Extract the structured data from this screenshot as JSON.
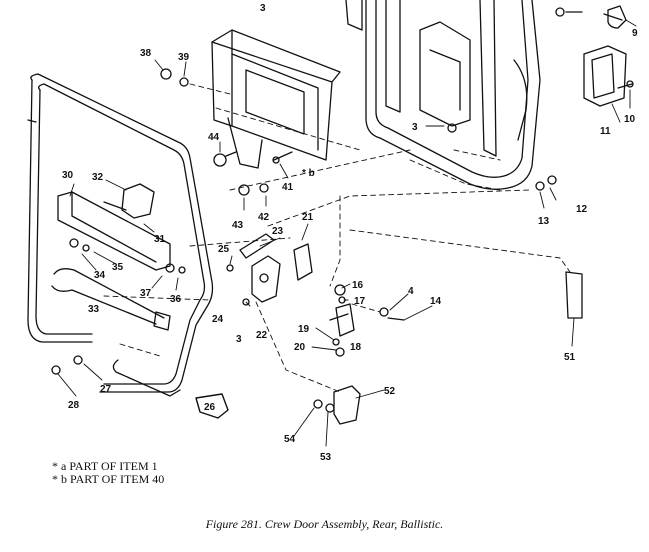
{
  "callouts": [
    {
      "id": "3a",
      "label": "3"
    },
    {
      "id": "3b",
      "label": "3"
    },
    {
      "id": "3c",
      "label": "3"
    },
    {
      "id": "4",
      "label": "4"
    },
    {
      "id": "9",
      "label": "9"
    },
    {
      "id": "10",
      "label": "10"
    },
    {
      "id": "11",
      "label": "11"
    },
    {
      "id": "12",
      "label": "12"
    },
    {
      "id": "13",
      "label": "13"
    },
    {
      "id": "14",
      "label": "14"
    },
    {
      "id": "16",
      "label": "16"
    },
    {
      "id": "17",
      "label": "17"
    },
    {
      "id": "18",
      "label": "18"
    },
    {
      "id": "19",
      "label": "19"
    },
    {
      "id": "20",
      "label": "20"
    },
    {
      "id": "21",
      "label": "21"
    },
    {
      "id": "22",
      "label": "22"
    },
    {
      "id": "23",
      "label": "23"
    },
    {
      "id": "24",
      "label": "24"
    },
    {
      "id": "25",
      "label": "25"
    },
    {
      "id": "26",
      "label": "26"
    },
    {
      "id": "27",
      "label": "27"
    },
    {
      "id": "28",
      "label": "28"
    },
    {
      "id": "30",
      "label": "30"
    },
    {
      "id": "31",
      "label": "31"
    },
    {
      "id": "32",
      "label": "32"
    },
    {
      "id": "33",
      "label": "33"
    },
    {
      "id": "34",
      "label": "34"
    },
    {
      "id": "35",
      "label": "35"
    },
    {
      "id": "36",
      "label": "36"
    },
    {
      "id": "37",
      "label": "37"
    },
    {
      "id": "38",
      "label": "38"
    },
    {
      "id": "39",
      "label": "39"
    },
    {
      "id": "41",
      "label": "41"
    },
    {
      "id": "42",
      "label": "42"
    },
    {
      "id": "43",
      "label": "43"
    },
    {
      "id": "44",
      "label": "44"
    },
    {
      "id": "51",
      "label": "51"
    },
    {
      "id": "52",
      "label": "52"
    },
    {
      "id": "53",
      "label": "53"
    },
    {
      "id": "54",
      "label": "54"
    },
    {
      "id": "star-b",
      "label": "* b"
    }
  ],
  "notes": {
    "a": "* a PART OF ITEM 1",
    "b": "* b PART OF ITEM 40"
  },
  "caption": "Figure 281.  Crew Door Assembly, Rear, Ballistic."
}
